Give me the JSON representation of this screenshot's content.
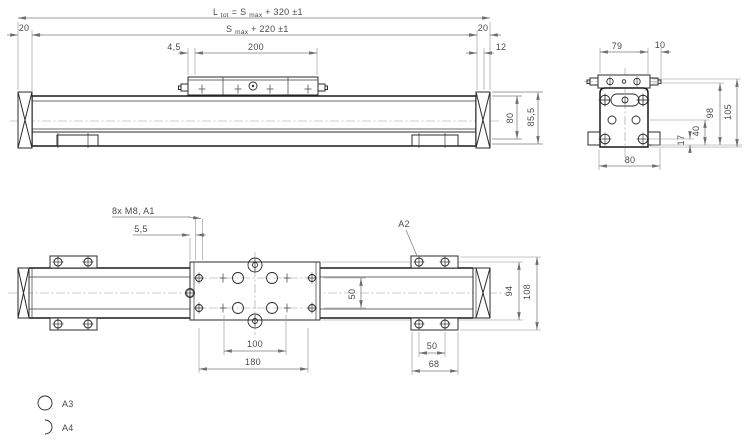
{
  "colors": {
    "line": "#2b2b2b",
    "dim_line": "#7d7d7d",
    "text": "#4a4a4a",
    "background": "#ffffff"
  },
  "front_view": {
    "dim_ltot": {
      "p1": "L ",
      "sub1": "tot",
      "p2": " =  S ",
      "sub2": "max",
      "p3": " +  320  ±1"
    },
    "dim_smax": {
      "p1": "S ",
      "sub1": "max",
      "p2": " +  220  ±1"
    },
    "dim_left_margin": "20",
    "dim_right_margin": "20",
    "dim_right_offset": "12",
    "dim_carriage_edge": "4,5",
    "dim_carriage_length": "200",
    "dim_body_height": "80",
    "dim_total_height": "85,5"
  },
  "end_view": {
    "dim_top_width": "79",
    "dim_nipple": "10",
    "dim_height_mid": "98",
    "dim_height_total": "105",
    "dim_hole_row_40": "40",
    "dim_hole_row_17": "17",
    "dim_bottom_width": "80"
  },
  "plan_view": {
    "label_thread_holes": "8x M8, A1",
    "dim_edge_offset": "5,5",
    "label_a2": "A2",
    "dim_row_spacing": "50",
    "dim_holes_inner": "100",
    "dim_holes_outer": "180",
    "dim_tab_holes": "50",
    "dim_tab_width": "68",
    "dim_carriage_width": "94",
    "dim_overall_width": "108"
  },
  "legend": {
    "item_full_circle": "A3",
    "item_half_circle": "A4"
  }
}
